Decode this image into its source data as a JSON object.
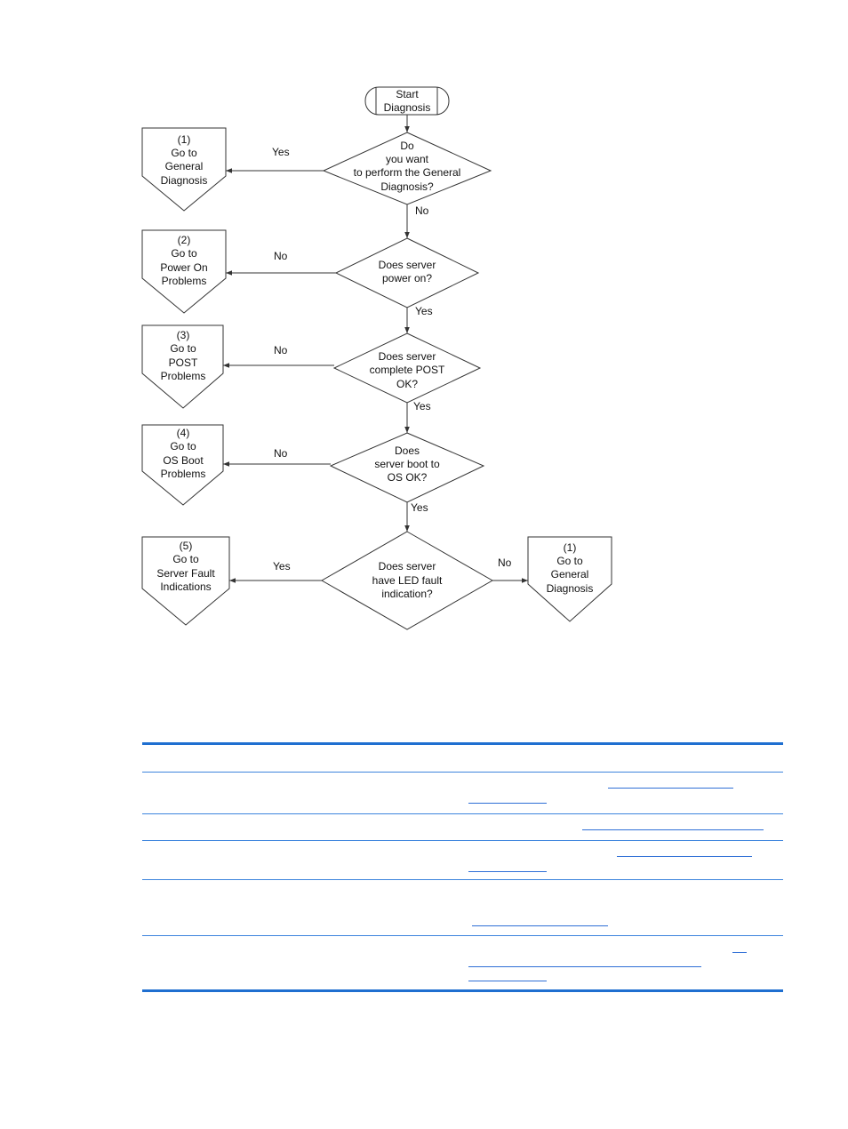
{
  "colors": {
    "accent": "#1f6fd0",
    "link": "#2f6fd6",
    "stroke": "#333333"
  },
  "flowchart": {
    "start": [
      "Start",
      "Diagnosis"
    ],
    "decisions": [
      [
        "Do",
        "you want",
        "to perform the General",
        "Diagnosis?"
      ],
      [
        "Does server",
        "power on?"
      ],
      [
        "Does server",
        "complete POST",
        "OK?"
      ],
      [
        "Does",
        "server boot to",
        "OS OK?"
      ],
      [
        "Does server",
        "have LED fault",
        "indication?"
      ]
    ],
    "outcomes": [
      [
        "(1)",
        "Go to",
        "General",
        "Diagnosis"
      ],
      [
        "(2)",
        "Go to",
        "Power On",
        "Problems"
      ],
      [
        "(3)",
        "Go to",
        "POST",
        "Problems"
      ],
      [
        "(4)",
        "Go to",
        "OS Boot",
        "Problems"
      ],
      [
        "(5)",
        "Go to",
        "Server Fault",
        "Indications"
      ],
      [
        "(1)",
        "Go to",
        "General",
        "Diagnosis"
      ]
    ],
    "edge_labels": [
      "Yes",
      "No",
      "No",
      "Yes",
      "No",
      "Yes",
      "No",
      "Yes",
      "Yes",
      "No"
    ]
  }
}
